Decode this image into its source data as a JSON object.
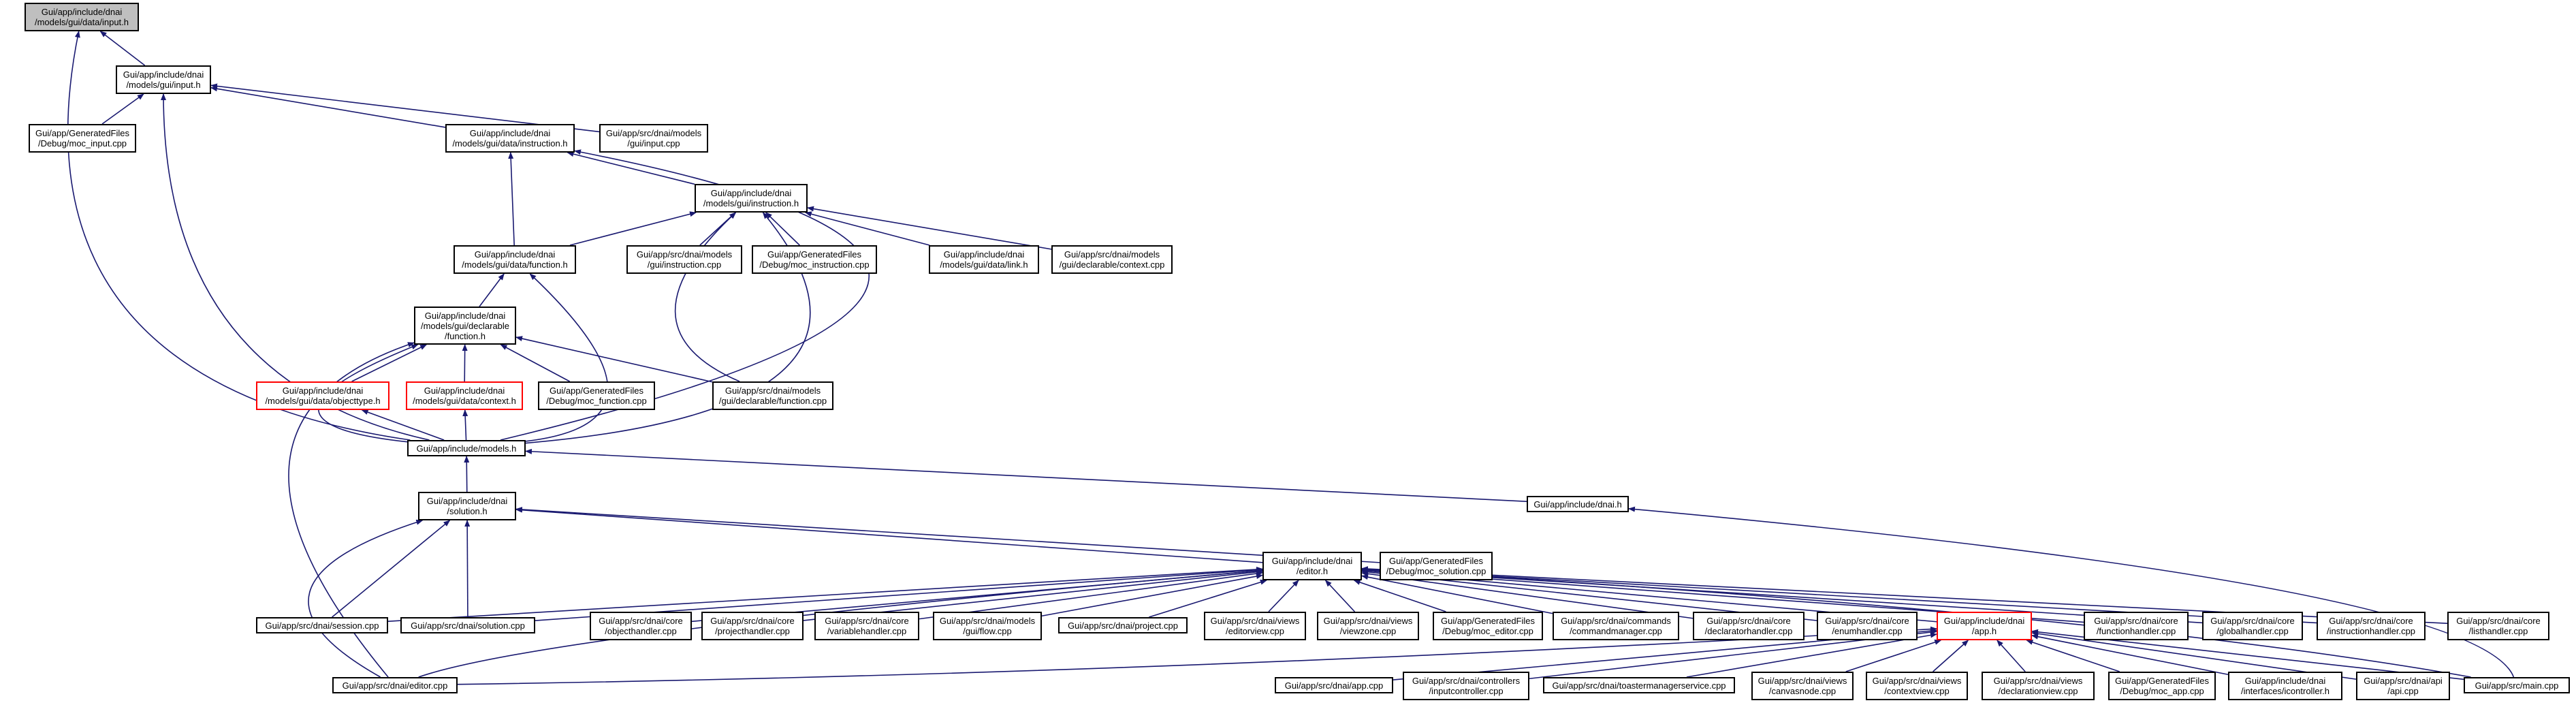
{
  "diagram": {
    "title": "",
    "colors": {
      "edge": "#191970",
      "node_border": "#000000",
      "red_border": "#ff0000",
      "root_fill": "#bfbfbf"
    },
    "nodes": {
      "root": {
        "lines": [
          "Gui/app/include/dnai",
          "/models/gui/data/input.h"
        ]
      },
      "gui_input_h": {
        "lines": [
          "Gui/app/include/dnai",
          "/models/gui/input.h"
        ]
      },
      "moc_input": {
        "lines": [
          "Gui/app/GeneratedFiles",
          "/Debug/moc_input.cpp"
        ]
      },
      "data_instruction_h": {
        "lines": [
          "Gui/app/include/dnai",
          "/models/gui/data/instruction.h"
        ]
      },
      "input_cpp": {
        "lines": [
          "Gui/app/src/dnai/models",
          "/gui/input.cpp"
        ]
      },
      "gui_instruction_h": {
        "lines": [
          "Gui/app/include/dnai",
          "/models/gui/instruction.h"
        ]
      },
      "data_function_h": {
        "lines": [
          "Gui/app/include/dnai",
          "/models/gui/data/function.h"
        ]
      },
      "instruction_cpp": {
        "lines": [
          "Gui/app/src/dnai/models",
          "/gui/instruction.cpp"
        ]
      },
      "moc_instruction": {
        "lines": [
          "Gui/app/GeneratedFiles",
          "/Debug/moc_instruction.cpp"
        ]
      },
      "link_h": {
        "lines": [
          "Gui/app/include/dnai",
          "/models/gui/data/link.h"
        ]
      },
      "context_cpp": {
        "lines": [
          "Gui/app/src/dnai/models",
          "/gui/declarable/context.cpp"
        ]
      },
      "decl_function_h": {
        "lines": [
          "Gui/app/include/dnai",
          "/models/gui/declarable",
          "/function.h"
        ]
      },
      "objecttype_h": {
        "lines": [
          "Gui/app/include/dnai",
          "/models/gui/data/objecttype.h"
        ]
      },
      "context_h": {
        "lines": [
          "Gui/app/include/dnai",
          "/models/gui/data/context.h"
        ]
      },
      "moc_function": {
        "lines": [
          "Gui/app/GeneratedFiles",
          "/Debug/moc_function.cpp"
        ]
      },
      "function_cpp": {
        "lines": [
          "Gui/app/src/dnai/models",
          "/gui/declarable/function.cpp"
        ]
      },
      "models_h": {
        "lines": [
          "Gui/app/include/models.h"
        ]
      },
      "solution_h": {
        "lines": [
          "Gui/app/include/dnai",
          "/solution.h"
        ]
      },
      "dnai_h": {
        "lines": [
          "Gui/app/include/dnai.h"
        ]
      },
      "editor_h": {
        "lines": [
          "Gui/app/include/dnai",
          "/editor.h"
        ]
      },
      "moc_solution": {
        "lines": [
          "Gui/app/GeneratedFiles",
          "/Debug/moc_solution.cpp"
        ]
      },
      "session_cpp": {
        "lines": [
          "Gui/app/src/dnai/session.cpp"
        ]
      },
      "solution_cpp": {
        "lines": [
          "Gui/app/src/dnai/solution.cpp"
        ]
      },
      "objecthandler": {
        "lines": [
          "Gui/app/src/dnai/core",
          "/objecthandler.cpp"
        ]
      },
      "projecthandler": {
        "lines": [
          "Gui/app/src/dnai/core",
          "/projecthandler.cpp"
        ]
      },
      "variablehandler": {
        "lines": [
          "Gui/app/src/dnai/core",
          "/variablehandler.cpp"
        ]
      },
      "flow_cpp": {
        "lines": [
          "Gui/app/src/dnai/models",
          "/gui/flow.cpp"
        ]
      },
      "project_cpp": {
        "lines": [
          "Gui/app/src/dnai/project.cpp"
        ]
      },
      "editorview": {
        "lines": [
          "Gui/app/src/dnai/views",
          "/editorview.cpp"
        ]
      },
      "viewzone": {
        "lines": [
          "Gui/app/src/dnai/views",
          "/viewzone.cpp"
        ]
      },
      "moc_editor": {
        "lines": [
          "Gui/app/GeneratedFiles",
          "/Debug/moc_editor.cpp"
        ]
      },
      "commandmanager": {
        "lines": [
          "Gui/app/src/dnai/commands",
          "/commandmanager.cpp"
        ]
      },
      "declaratorhandler": {
        "lines": [
          "Gui/app/src/dnai/core",
          "/declaratorhandler.cpp"
        ]
      },
      "enumhandler": {
        "lines": [
          "Gui/app/src/dnai/core",
          "/enumhandler.cpp"
        ]
      },
      "app_h": {
        "lines": [
          "Gui/app/include/dnai",
          "/app.h"
        ]
      },
      "functionhandler": {
        "lines": [
          "Gui/app/src/dnai/core",
          "/functionhandler.cpp"
        ]
      },
      "globalhandler": {
        "lines": [
          "Gui/app/src/dnai/core",
          "/globalhandler.cpp"
        ]
      },
      "instructionhandler": {
        "lines": [
          "Gui/app/src/dnai/core",
          "/instructionhandler.cpp"
        ]
      },
      "listhandler": {
        "lines": [
          "Gui/app/src/dnai/core",
          "/listhandler.cpp"
        ]
      },
      "editor_cpp": {
        "lines": [
          "Gui/app/src/dnai/editor.cpp"
        ]
      },
      "app_cpp": {
        "lines": [
          "Gui/app/src/dnai/app.cpp"
        ]
      },
      "inputcontroller": {
        "lines": [
          "Gui/app/src/dnai/controllers",
          "/inputcontroller.cpp"
        ]
      },
      "toastermanager": {
        "lines": [
          "Gui/app/src/dnai/toastermanagerservice.cpp"
        ]
      },
      "canvasnode": {
        "lines": [
          "Gui/app/src/dnai/views",
          "/canvasnode.cpp"
        ]
      },
      "contextview": {
        "lines": [
          "Gui/app/src/dnai/views",
          "/contextview.cpp"
        ]
      },
      "declarationview": {
        "lines": [
          "Gui/app/src/dnai/views",
          "/declarationview.cpp"
        ]
      },
      "moc_app": {
        "lines": [
          "Gui/app/GeneratedFiles",
          "/Debug/moc_app.cpp"
        ]
      },
      "icontroller": {
        "lines": [
          "Gui/app/include/dnai",
          "/interfaces/icontroller.h"
        ]
      },
      "api_cpp": {
        "lines": [
          "Gui/app/src/dnai/api",
          "/api.cpp"
        ]
      },
      "main_cpp": {
        "lines": [
          "Gui/app/src/main.cpp"
        ]
      }
    }
  }
}
